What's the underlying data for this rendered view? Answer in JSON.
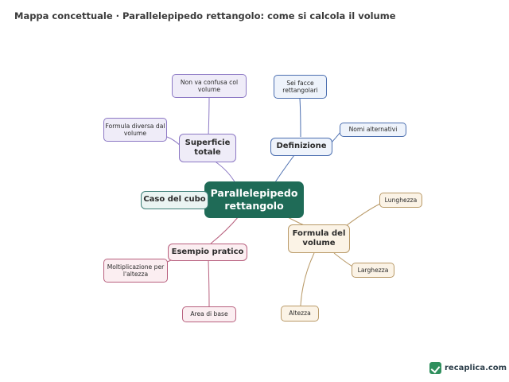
{
  "title": "Mappa concettuale · Parallelepipedo rettangolo: come si calcola il volume",
  "center": "Parallelepipedo rettangolo",
  "branches": {
    "superficie": "Superficie totale",
    "definizione": "Definizione",
    "caso_cubo": "Caso del cubo",
    "esempio": "Esempio pratico",
    "formula": "Formula del volume"
  },
  "leaves": {
    "non_confusa": "Non va confusa col volume",
    "formula_diversa": "Formula diversa dal volume",
    "sei_facce": "Sei facce rettangolari",
    "nomi_alternativi": "Nomi alternativi",
    "lunghezza": "Lunghezza",
    "larghezza": "Larghezza",
    "altezza": "Altezza",
    "moltiplicazione": "Moltiplicazione per l'altezza",
    "area_base": "Area di base"
  },
  "brand": {
    "logo_text": "recaplica.com",
    "logo_icon": "check-logo-icon"
  },
  "colors": {
    "center": "#1f6b57",
    "superficie": "#8c78c4",
    "definizione": "#4c6fb0",
    "caso_cubo": "#3f7f78",
    "esempio": "#b8607e",
    "formula": "#b99a68"
  }
}
